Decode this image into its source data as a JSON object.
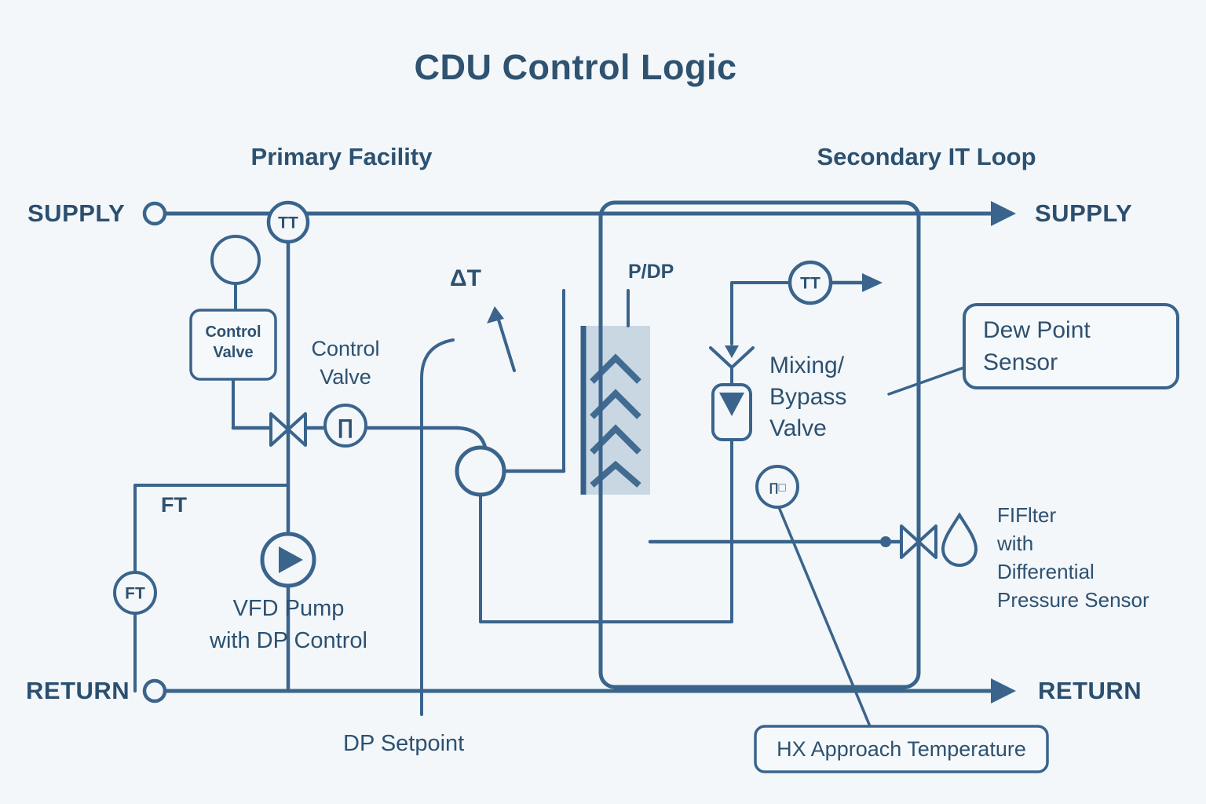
{
  "title": "CDU Control Logic",
  "sections": {
    "primary": "Primary Facility",
    "secondary": "Secondary IT Loop"
  },
  "ports": {
    "supply_left": "SUPPLY",
    "supply_right": "SUPPLY",
    "return_left": "RETURN",
    "return_right": "RETURN"
  },
  "instruments": {
    "tt_primary": "TT",
    "tt_secondary": "TT",
    "ft": "FT",
    "ft_line_label": "FT",
    "controller_glyph": "∏",
    "dp_indicator_glyph": "∏□"
  },
  "labels": {
    "control_valve_box": "Control\nValve",
    "control_valve": "Control\nValve",
    "delta_t": "ΔT",
    "p_dp": "P/DP",
    "vfd_pump": "VFD Pump\nwith DP Control",
    "dp_setpoint": "DP Setpoint",
    "mixing_bypass_valve": "Mixing/\nBypass\nValve",
    "dew_point_sensor": "Dew Point\nSensor",
    "filter_dp": "FIFlter\nwith\nDifferential\nPressure Sensor",
    "hx_approach": "HX Approach Temperature"
  },
  "colors": {
    "line": "#3a648c",
    "text": "#2d5170",
    "background": "#f3f7fa",
    "hx_fill": "#c9d7e3"
  }
}
